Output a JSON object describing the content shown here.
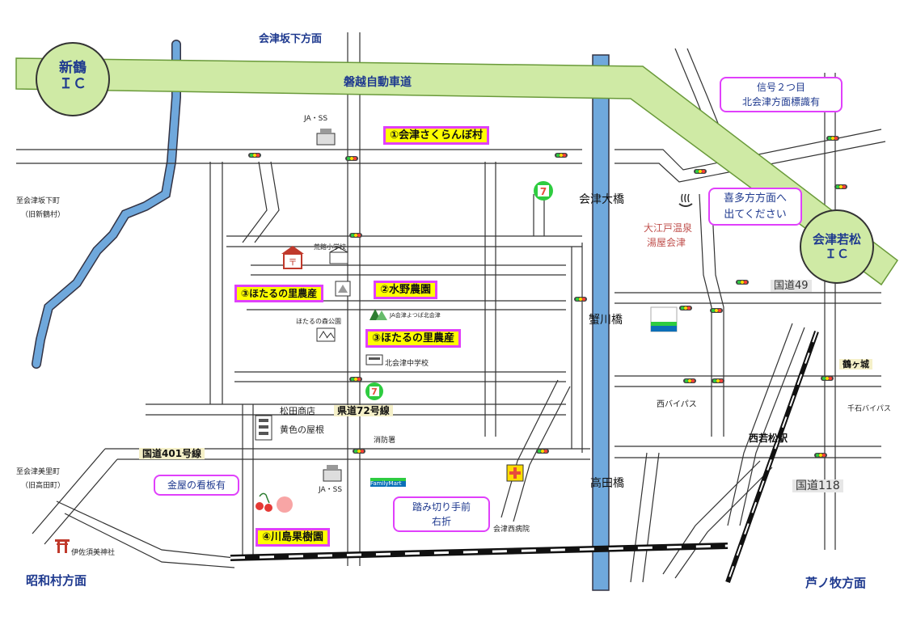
{
  "directions": {
    "north": "会津坂下方面",
    "southwest": "昭和村方面",
    "southeast": "芦ノ牧方面"
  },
  "interchanges": {
    "left": {
      "name": "新鶴",
      "sub": "ＩＣ"
    },
    "right": {
      "name": "会津若松",
      "sub": "ＩＣ"
    }
  },
  "expressway": "磐越自動車道",
  "farms": {
    "f1": "①会津さくらんぼ村",
    "f2": "②水野農園",
    "f3a": "③ほたるの里農産",
    "f3b": "③ほたるの里農産",
    "f4": "④川島果樹園"
  },
  "roads": {
    "r49": "国道49",
    "r118": "国道118",
    "r401": "国道401号線",
    "pref72": "県道72号線",
    "tsurugajo": "鶴ヶ城"
  },
  "bridges": {
    "oohashi": "会津大橋",
    "samegawa": "蟹川橋",
    "takada": "高田橋"
  },
  "callouts": {
    "signal": [
      "信号２つ目",
      "北会津方面標識有"
    ],
    "kitakata": [
      "喜多方方面へ",
      "出てください"
    ],
    "kanaya": "金屋の看板有",
    "crossing": [
      "踏み切り手前",
      "右折"
    ]
  },
  "places": {
    "ja_ss_top": "JA・SS",
    "ja_ss_bottom": "JA・SS",
    "arairo_school": "荒館小学校",
    "hotaru_park": "ほたるの森公園",
    "ja_branch": "JA会津よつば北会津",
    "kita_aizu_jhs": "北会津中学校",
    "matsuda_store": "松田商店",
    "yellow_roof": "黄色の屋根",
    "fire_station": "消防署",
    "family_mart": "FamilyMart",
    "aizu_west_hospital": "会津西病院",
    "isasumi_shrine": "伊佐須美神社",
    "onsen_line1": "大江戸温泉",
    "onsen_line2": "湯屋会津",
    "west_bypass": "西バイパス",
    "senkoku_bypass": "千石バイパス",
    "nishiwakamatsu_station": "西若松駅",
    "to_aizubange": "至会津坂下町",
    "former_shintsuru": "（旧新鶴村）",
    "to_aizumisato": "至会津美里町",
    "former_takada": "（旧高田町）"
  },
  "colors": {
    "expressway": "#cfeaa5",
    "expressway_outline": "#6a9a3a",
    "river": "#6fa8dc",
    "callout_border": "#e040fb",
    "farm_label_bg": "#ffff00",
    "direction_text": "#1f3a8f"
  }
}
